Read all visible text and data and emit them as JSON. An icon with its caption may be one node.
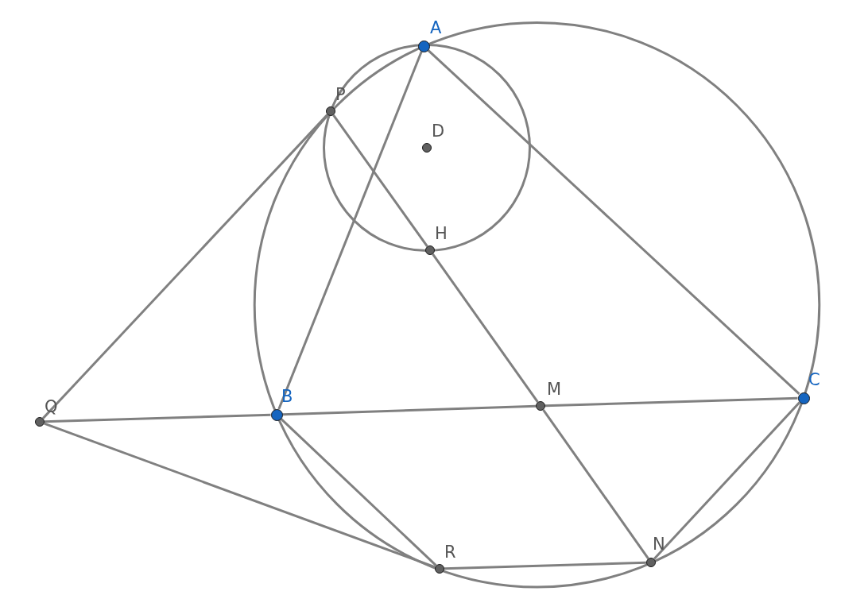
{
  "diagram": {
    "nodes": [
      {
        "text": [
          "A"
        ]
      },
      {
        "text": [
          "P"
        ]
      },
      {
        "text": [
          "D"
        ]
      },
      {
        "text": [
          "H"
        ]
      },
      {
        "text": [
          "Q"
        ]
      },
      {
        "text": [
          "B"
        ]
      },
      {
        "text": [
          "M"
        ]
      },
      {
        "text": [
          "C"
        ]
      },
      {
        "text": [
          "R"
        ]
      },
      {
        "text": [
          "N"
        ]
      }
    ],
    "edges": [
      {
        "from": 0,
        "to": 5,
        "arrow": "none"
      },
      {
        "from": 0,
        "to": 7,
        "arrow": "none"
      },
      {
        "from": 4,
        "to": 5,
        "arrow": "none"
      },
      {
        "from": 5,
        "to": 6,
        "arrow": "none"
      },
      {
        "from": 6,
        "to": 7,
        "arrow": "none"
      },
      {
        "from": 1,
        "to": 3,
        "arrow": "none"
      },
      {
        "from": 3,
        "to": 6,
        "arrow": "none"
      },
      {
        "from": 6,
        "to": 9,
        "arrow": "none"
      },
      {
        "from": 4,
        "to": 1,
        "arrow": "none"
      },
      {
        "from": 4,
        "to": 8,
        "arrow": "none"
      },
      {
        "from": 5,
        "to": 8,
        "arrow": "none"
      },
      {
        "from": 8,
        "to": 9,
        "arrow": "none"
      },
      {
        "from": 9,
        "to": 7,
        "arrow": "none"
      }
    ]
  }
}
